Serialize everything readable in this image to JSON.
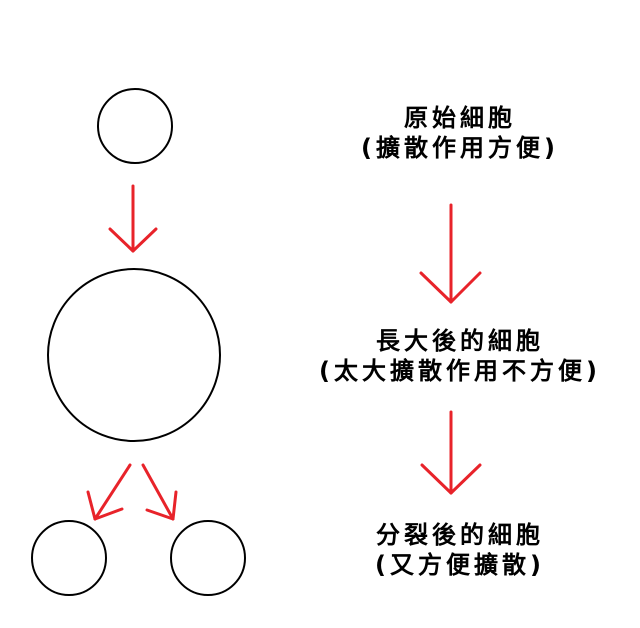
{
  "stages": [
    {
      "title": "原始細胞",
      "note": "(擴散作用方便)"
    },
    {
      "title": "長大後的細胞",
      "note": "(太大擴散作用不方便)"
    },
    {
      "title": "分裂後的細胞",
      "note": "(又方便擴散)"
    }
  ],
  "colors": {
    "arrow": "#e8232a",
    "outline": "#000000",
    "background": "#ffffff"
  }
}
